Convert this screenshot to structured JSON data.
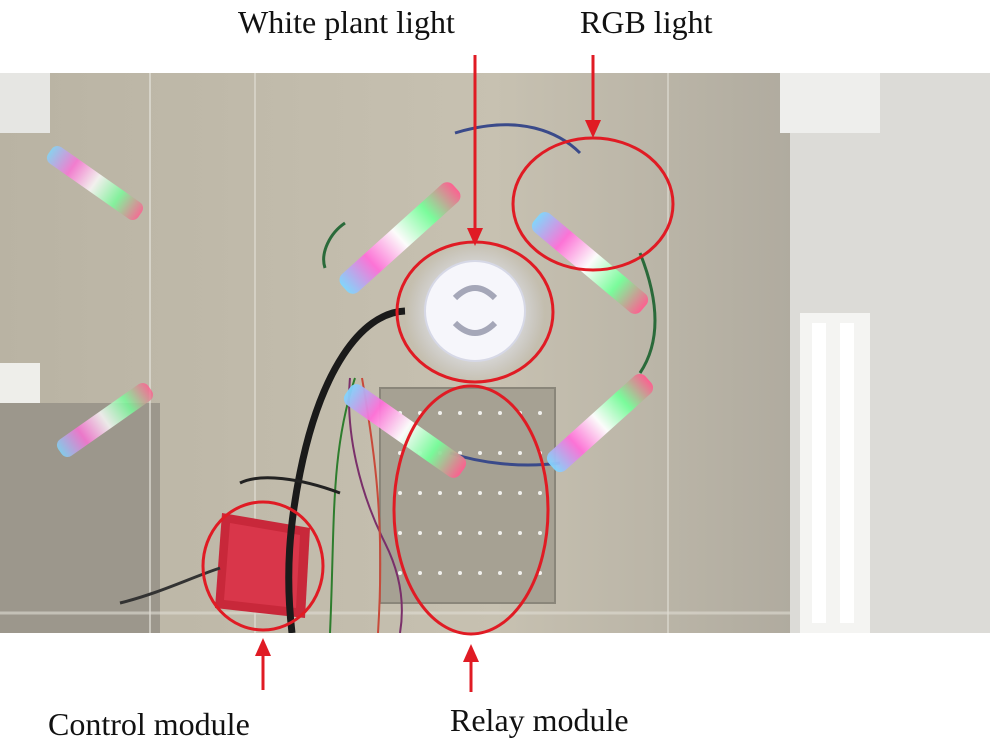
{
  "labels": {
    "white_plant_light": "White plant light",
    "rgb_light": "RGB light",
    "control_module": "Control module",
    "relay_module": "Relay module"
  },
  "colors": {
    "annotation": "#e01b24",
    "text": "#111111",
    "background": "#ffffff"
  }
}
